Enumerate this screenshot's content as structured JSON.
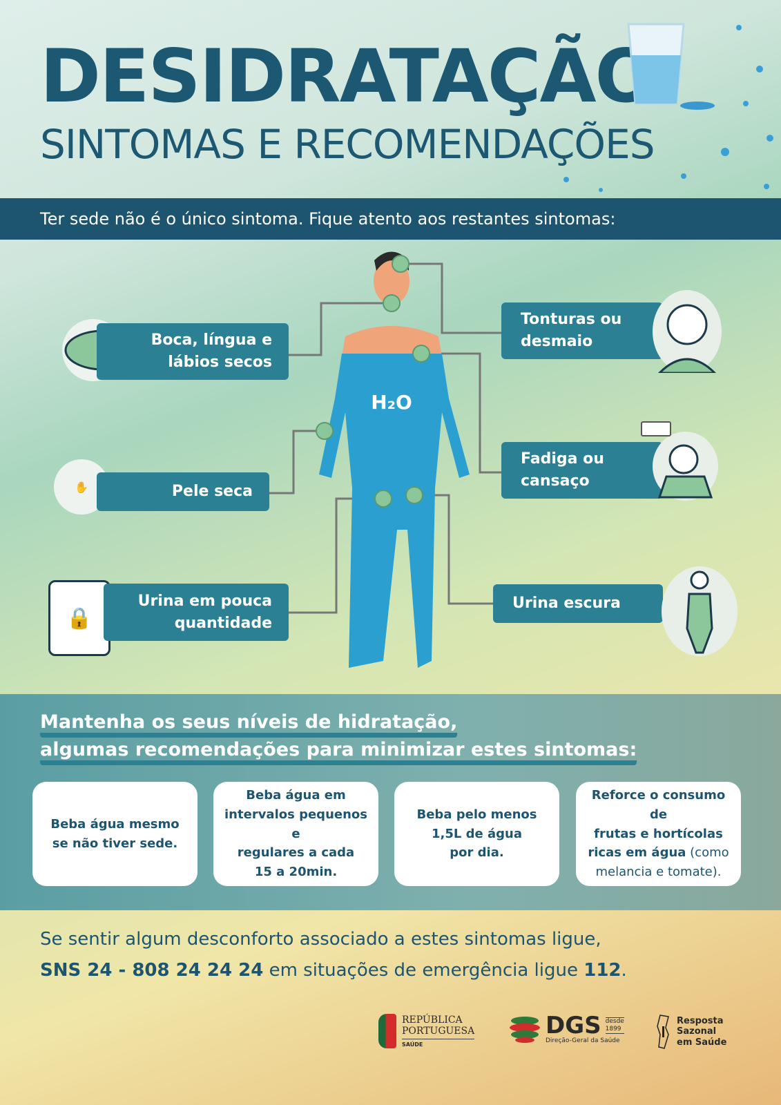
{
  "header": {
    "title": "DESIDRATAÇÃO",
    "subtitle": "SINTOMAS E RECOMENDAÇÕES"
  },
  "banner": "Ter sede não é o único sintoma. Fique atento aos restantes sintomas:",
  "body_label": "H₂O",
  "symptoms": {
    "mouth": [
      "Boca, língua e",
      "lábios secos"
    ],
    "skin": "Pele seca",
    "urine_low": [
      "Urina em pouca",
      "quantidade"
    ],
    "dizzy": [
      "Tonturas ou",
      "desmaio"
    ],
    "fatigue": [
      "Fadiga ou",
      "cansaço"
    ],
    "urine_dark": "Urina escura"
  },
  "recommendations": {
    "heading": [
      "Mantenha os seus níveis de hidratação,",
      "algumas recomendações para minimizar estes sintomas:"
    ],
    "cards": [
      {
        "lines": [
          "Beba água mesmo",
          "se não tiver sede."
        ]
      },
      {
        "lines": [
          "Beba água em",
          "intervalos pequenos e",
          "regulares a cada",
          "15 a 20min."
        ]
      },
      {
        "lines": [
          "Beba pelo menos",
          "1,5L de água",
          "por dia."
        ]
      },
      {
        "lines": [
          "Reforce o consumo de",
          "frutas e hortícolas",
          "ricas em água"
        ],
        "tail": " (como",
        "tail2": "melancia e tomate)."
      }
    ]
  },
  "footer": {
    "line1": "Se sentir algum desconforto associado a estes sintomas ligue,",
    "sns": "SNS 24 - 808 24 24 24",
    "mid": " em situações de emergência ligue ",
    "emergency": "112",
    "end": "."
  },
  "logos": {
    "rp1": "REPÚBLICA",
    "rp2": "PORTUGUESA",
    "rp3": "SAÚDE",
    "dgs": "DGS",
    "desde": "desde",
    "year": "1899",
    "dgs_full": "Direção-Geral da Saúde",
    "rs1": "Resposta",
    "rs2": "Sazonal",
    "rs3": "em Saúde"
  },
  "colors": {
    "primary": "#1d5873",
    "label": "#2b8193",
    "body": "#2a9fd0"
  }
}
